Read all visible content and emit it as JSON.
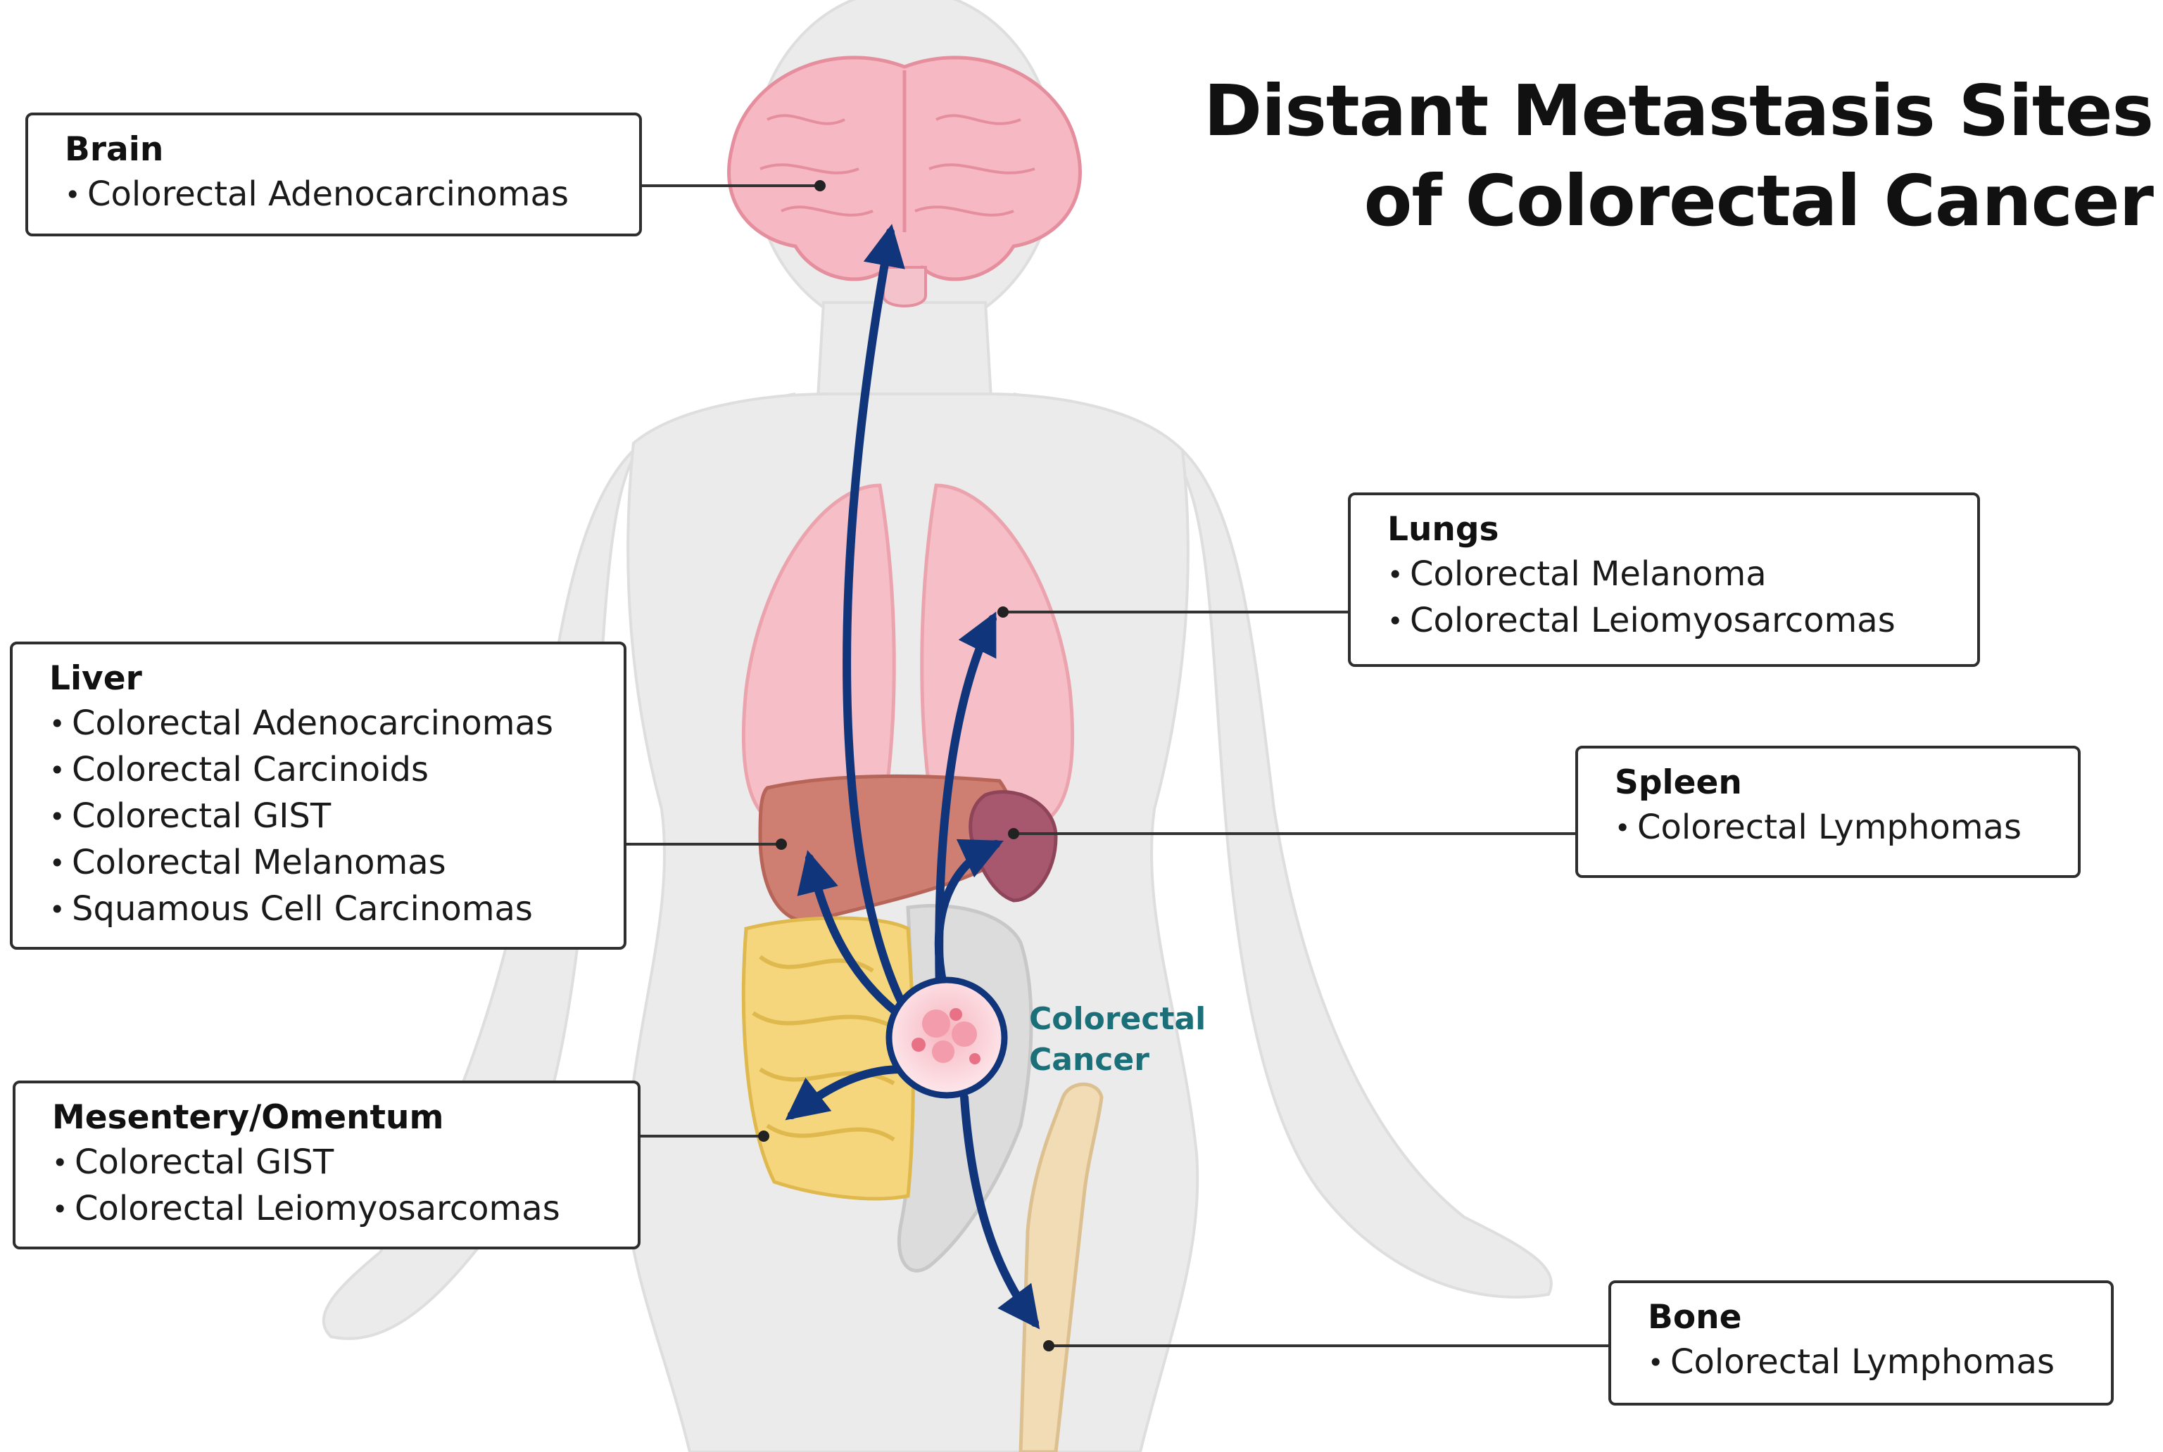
{
  "title": {
    "line1": "Distant Metastasis Sites",
    "line2": "of Colorectal Cancer"
  },
  "colors": {
    "arrow": "#11357a",
    "body": "#ebebeb",
    "brain": "#f6b8c2",
    "lungs": "#f6bec6",
    "liver": "#cf7e72",
    "spleen": "#a8586e",
    "omentum": "#f5d67c",
    "bone": "#f2dcb5",
    "tumor_label": "#1a6f78"
  },
  "tumor": {
    "label_line1": "Colorectal",
    "label_line2": "Cancer"
  },
  "sites": {
    "brain": {
      "title": "Brain",
      "items": [
        "Colorectal Adenocarcinomas"
      ]
    },
    "lungs": {
      "title": "Lungs",
      "items": [
        "Colorectal Melanoma",
        "Colorectal Leiomyosarcomas"
      ]
    },
    "liver": {
      "title": "Liver",
      "items": [
        "Colorectal Adenocarcinomas",
        "Colorectal Carcinoids",
        "Colorectal GIST",
        "Colorectal Melanomas",
        "Squamous Cell Carcinomas"
      ]
    },
    "spleen": {
      "title": "Spleen",
      "items": [
        "Colorectal Lymphomas"
      ]
    },
    "mesentery": {
      "title": "Mesentery/Omentum",
      "items": [
        "Colorectal GIST",
        "Colorectal Leiomyosarcomas"
      ]
    },
    "bone": {
      "title": "Bone",
      "items": [
        "Colorectal Lymphomas"
      ]
    }
  }
}
